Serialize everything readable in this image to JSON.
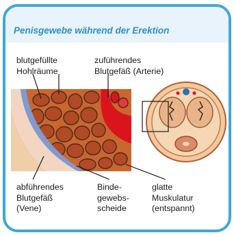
{
  "title": "Penisgewebe während der Erektion",
  "labels": {
    "hohlraeume": [
      "blutgefüllte",
      "Hohlräume"
    ],
    "arterie": [
      "zuführendes",
      "Blutgefäß (Arterie)"
    ],
    "vene": [
      "abführendes",
      "Blutgefäß",
      "(Vene)"
    ],
    "bindegewebe": [
      "Binde-",
      "gewebs-",
      "scheide"
    ],
    "muskulatur": [
      "glatte",
      "Muskulatur",
      "(entspannt)"
    ]
  },
  "colors": {
    "frame": "#3ea7dd",
    "title": "#2d8fcb",
    "tissue": "#b4552f",
    "artery": "#d9141c",
    "vein": "#6a86c4",
    "cross_section": "#f2c9a0"
  }
}
